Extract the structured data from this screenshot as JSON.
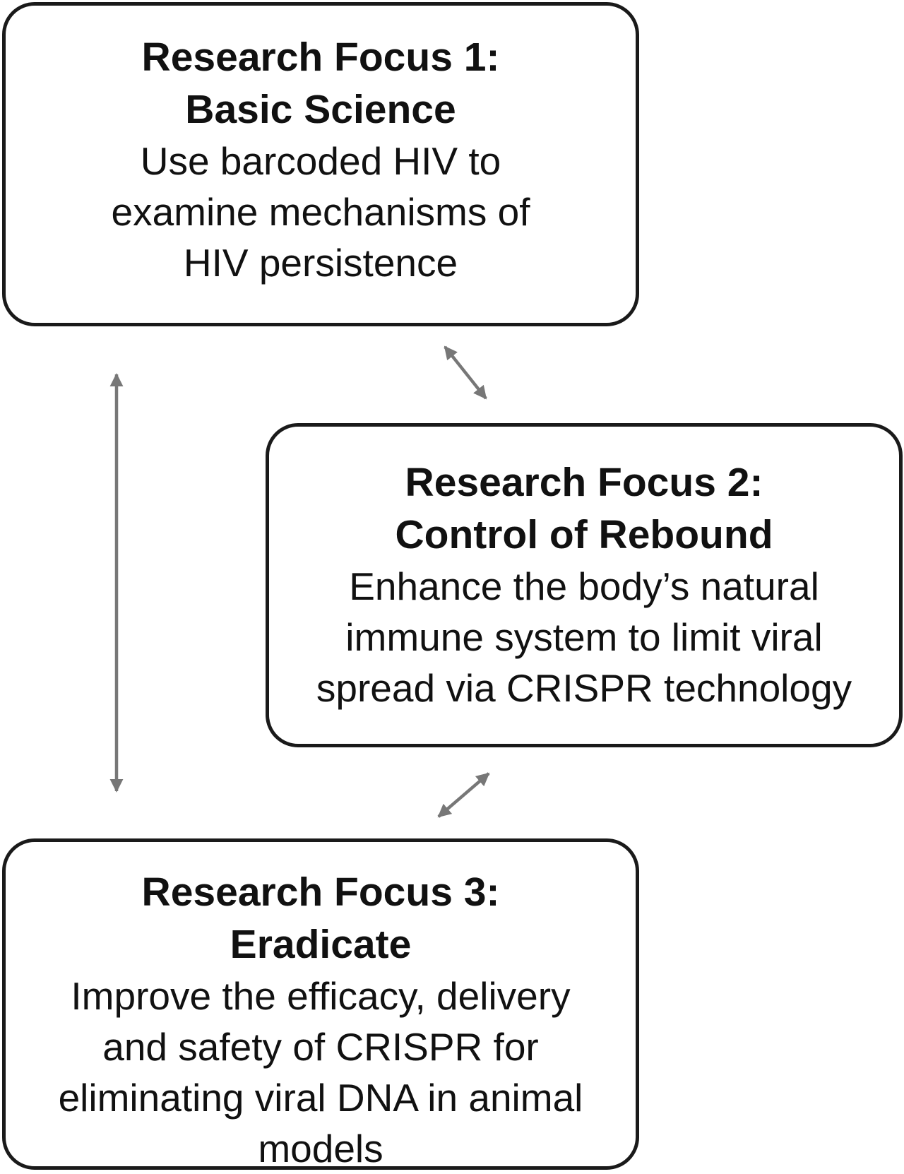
{
  "focus1": {
    "title": "Research Focus 1:",
    "subtitle": "Basic Science",
    "lines": [
      "Use barcoded HIV to",
      "examine mechanisms of",
      "HIV persistence"
    ]
  },
  "focus2": {
    "title": "Research Focus 2:",
    "subtitle": "Control of Rebound",
    "lines": [
      "Enhance the body’s natural",
      "immune system to limit viral",
      "spread via CRISPR technology"
    ]
  },
  "focus3": {
    "title": "Research Focus 3:",
    "subtitle": "Eradicate",
    "lines": [
      "Improve the efficacy, delivery",
      "and safety of CRISPR for",
      "eliminating viral DNA in animal",
      "models"
    ]
  },
  "connections": [
    {
      "from": "Research Focus 1",
      "to": "Research Focus 2",
      "direction": "both"
    },
    {
      "from": "Research Focus 2",
      "to": "Research Focus 3",
      "direction": "both"
    },
    {
      "from": "Research Focus 1",
      "to": "Research Focus 3",
      "direction": "both"
    }
  ],
  "colors": {
    "box_border": "#1a1a1a",
    "arrow": "#777777",
    "text": "#111111"
  }
}
